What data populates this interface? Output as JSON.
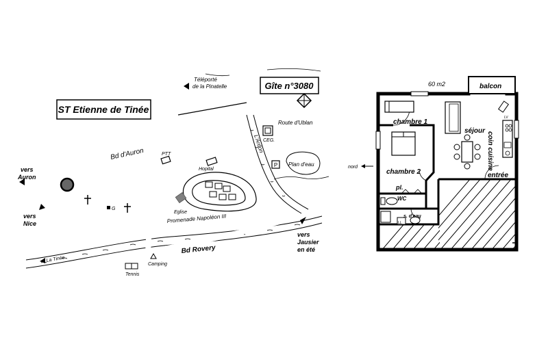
{
  "map": {
    "town": "ST Etienne de Tinée",
    "gite": "Gîte n°3080",
    "labels": {
      "teleporte_line1": "Téléporté",
      "teleporte_line2": "de la Pinatelle",
      "route_ublan": "Route d'Ublan",
      "ceg": "CEG.",
      "ardon": "L'Ardon",
      "plan_eau": "Plan d'eau",
      "parking": "P",
      "bd_auron": "Bd d'Auron",
      "ptt": "PTT",
      "hopital": "Hopital",
      "vers_auron_line1": "vers",
      "vers_auron_line2": "Auron",
      "vers_nice_line1": "vers",
      "vers_nice_line2": "Nice",
      "g": "G",
      "eglise": "Eglise",
      "promenade": "Promenade Napoléon III",
      "vers_jausier_line1": "vers",
      "vers_jausier_line2": "Jausier",
      "vers_jausier_line3": "en été",
      "la_tinee": "La Tinée",
      "bd_rovery": "Bd Rovery",
      "camping": "Camping",
      "tennis": "Tennis"
    },
    "icons": [
      "compass-rose-icon",
      "church-cross-icon",
      "parking-sign-icon",
      "roundabout-icon",
      "direction-arrow-icon",
      "camping-tent-icon",
      "tennis-court-icon"
    ]
  },
  "floorplan": {
    "area": "60 m2",
    "rooms": {
      "balcon": "balcon",
      "chambre1": "chambre 1",
      "sejour": "séjour",
      "coin_cuisine": "coin cuisine",
      "chambre2": "chambre 2",
      "entree": "entrée",
      "pl": "pl.",
      "wc": "WC",
      "sdeau": "s. d'eau",
      "ll": "LL",
      "lv": "LV"
    },
    "nord": "nord"
  },
  "colors": {
    "ink": "#000000",
    "paper": "#ffffff",
    "church": "#808080"
  }
}
